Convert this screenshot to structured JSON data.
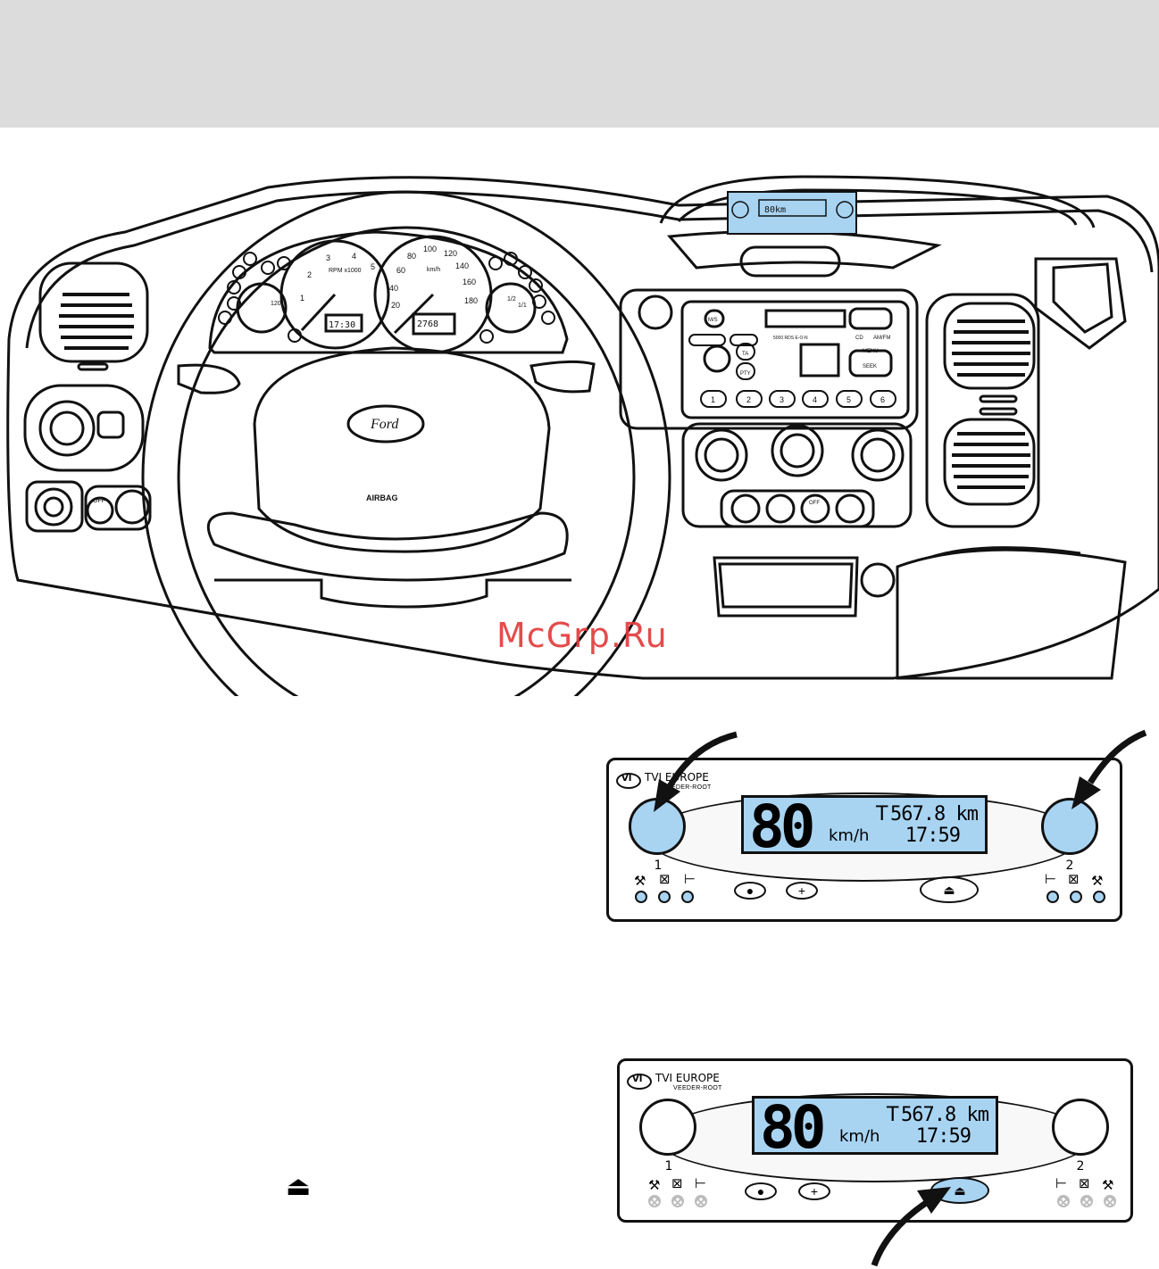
{
  "watermark": "McGrp.Ru",
  "dashboard": {
    "tachometer": {
      "label": "RPM x1000",
      "ticks": [
        "1",
        "2",
        "3",
        "4",
        "5"
      ]
    },
    "speedometer": {
      "unit": "km/h",
      "ticks": [
        "20",
        "40",
        "60",
        "80",
        "100",
        "120",
        "140",
        "160",
        "180"
      ]
    },
    "temp_gauge": {
      "value_label": "120"
    },
    "fuel_gauge": {
      "ticks": [
        "1/2",
        "1/1"
      ]
    },
    "clock_display": "17:30",
    "odometer_display": "2768",
    "airbag_label": "AIRBAG",
    "brand": "Ford",
    "radio": {
      "buttons": [
        "1",
        "2",
        "3",
        "4",
        "5",
        "6"
      ],
      "model": "5000 RDS E-O-N",
      "ta_label": "TA",
      "pty_label": "PTY",
      "menu_label": "MENU",
      "seek_label": "SEEK",
      "cd_label": "CD",
      "am_fm_label": "AM/FM",
      "ms_label": "M/S"
    },
    "light_switch_off": "OFF",
    "heater": {
      "off_label": "OFF"
    }
  },
  "tacho_top": {
    "brand": "TVI EUROPE",
    "brand_sub": "VEEDER-ROOT",
    "logo": "VI",
    "speed": "80",
    "speed_unit": "km/h",
    "mode": "T",
    "distance": "567.8 km",
    "time": "17:59",
    "knob_left_num": "1",
    "knob_right_num": "2"
  },
  "tacho_bottom": {
    "brand": "TVI EUROPE",
    "brand_sub": "VEEDER-ROOT",
    "logo": "VI",
    "speed": "80",
    "speed_unit": "km/h",
    "mode": "T",
    "distance": "567.8 km",
    "time": "17:59",
    "knob_left_num": "1",
    "knob_right_num": "2"
  },
  "eject_symbol": "⏏",
  "colors": {
    "highlight_blue": "#a8d4f2",
    "band_gray": "#dcdcdc",
    "watermark_red": "#e23c3c"
  }
}
